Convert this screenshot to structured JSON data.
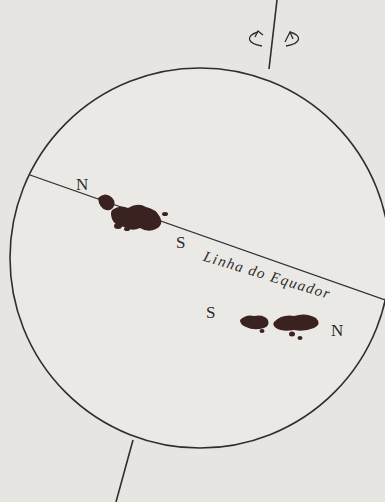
{
  "diagram": {
    "labels": [
      "N",
      "S",
      "Linha do Equador",
      "S",
      "N"
    ]
  }
}
